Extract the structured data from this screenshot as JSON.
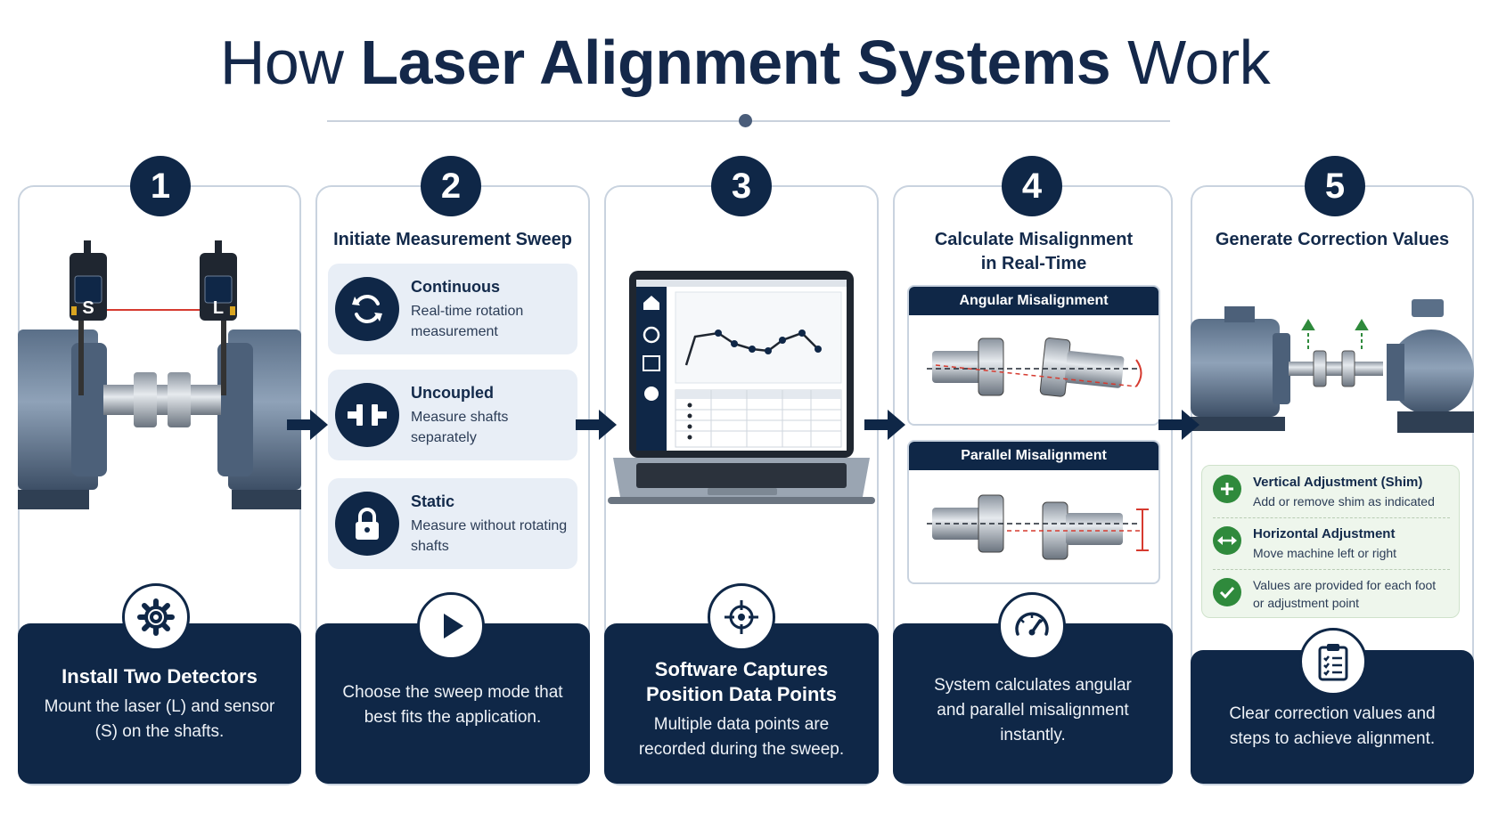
{
  "title": {
    "prefix": "How",
    "bold": "Laser Alignment Systems",
    "suffix": "Work"
  },
  "steps": [
    {
      "number": "1",
      "heading": "Install Two Detectors",
      "text": "Mount the laser (L) and sensor (S) on the shafts.",
      "icon": "gear-icon",
      "labels": {
        "left": "S",
        "right": "L"
      }
    },
    {
      "number": "2",
      "heading": "Initiate Measurement Sweep",
      "text": "Choose the sweep mode that best fits the application.",
      "icon": "play-icon",
      "modes": [
        {
          "title": "Continuous",
          "desc": "Real-time rotation measurement",
          "icon": "rotate-icon"
        },
        {
          "title": "Uncoupled",
          "desc": "Measure shafts separately",
          "icon": "uncoupled-shafts-icon"
        },
        {
          "title": "Static",
          "desc": "Measure without rotating shafts",
          "icon": "lock-icon"
        }
      ]
    },
    {
      "number": "3",
      "heading": "Software Captures Position Data Points",
      "text": "Multiple data points are recorded during the sweep.",
      "icon": "crosshair-icon"
    },
    {
      "number": "4",
      "heading": "Calculate Misalignment in Real-Time",
      "text": "System calculates angular and parallel misalignment instantly.",
      "icon": "gauge-icon",
      "panels": {
        "angular": "Angular Misalignment",
        "parallel": "Parallel Misalignment"
      }
    },
    {
      "number": "5",
      "heading": "Generate Correction Values",
      "text": "Clear correction values and steps to achieve alignment.",
      "icon": "clipboard-icon",
      "adjustments": [
        {
          "title": "Vertical Adjustment (Shim)",
          "text": "Add or remove shim as indicated",
          "icon": "plus-icon"
        },
        {
          "title": "Horizontal Adjustment",
          "text": "Move machine left or right",
          "icon": "horizontal-arrows-icon"
        },
        {
          "title": "",
          "text": "Values are provided for each foot or adjustment point",
          "icon": "check-icon"
        }
      ]
    }
  ],
  "colors": {
    "navy": "#0f2747",
    "accent_red": "#d63a2f",
    "green": "#2f8a3c"
  }
}
